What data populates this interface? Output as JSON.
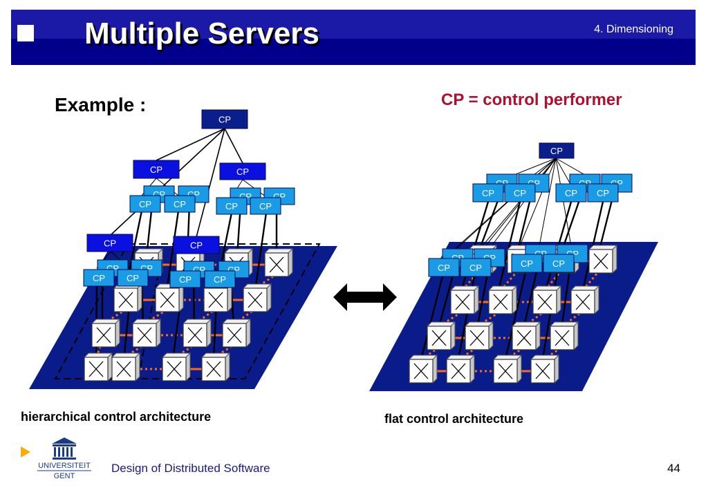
{
  "slide": {
    "title": "Multiple Servers",
    "section": "4. Dimensioning",
    "example_label": "Example :",
    "cp_definition": "CP = control performer",
    "node_label": "CP",
    "caption_left": "hierarchical control architecture",
    "caption_right": "flat control architecture",
    "footer_text": "Design of Distributed Software",
    "page_number": "44",
    "logo_line1": "UNIVERSITEIT",
    "logo_line2": "GENT"
  },
  "colors": {
    "header": "#00008b",
    "cp_dark": "#0a1e8c",
    "cp_blue": "#0a10e0",
    "cp_light": "#1a9be6",
    "plane": "#0a1c8a",
    "link": "#ff6a1a",
    "accent_red": "#b01030"
  }
}
